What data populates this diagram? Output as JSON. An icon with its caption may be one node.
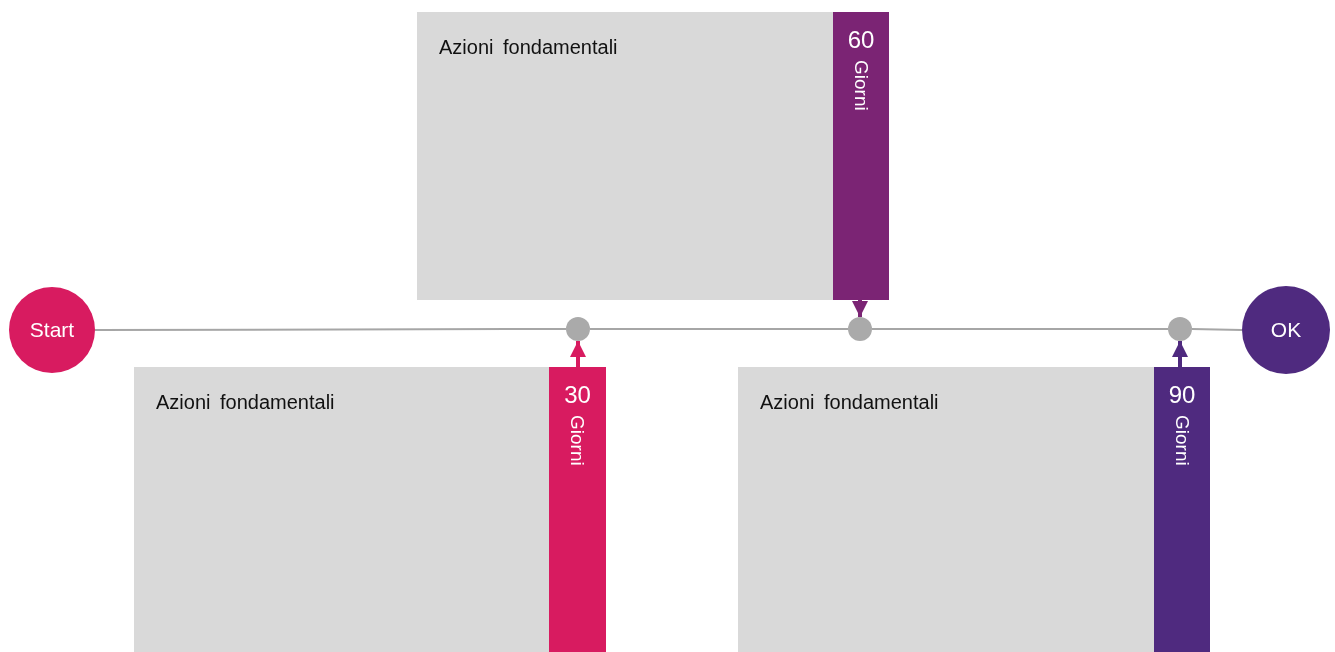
{
  "diagram": {
    "nodes": [
      {
        "text": [
          "Start"
        ]
      },
      {
        "text": [],
        "shape": "circle"
      },
      {
        "text": [],
        "shape": "circle"
      },
      {
        "text": [],
        "shape": "circle"
      },
      {
        "text": [
          "OK"
        ]
      },
      {
        "text": [
          "Azioni fondamentali"
        ]
      },
      {
        "text": [
          "60",
          "Giorni"
        ]
      },
      {
        "text": [
          "Azioni fondamentali"
        ]
      },
      {
        "text": [
          "30",
          "Giorni"
        ]
      },
      {
        "text": [
          "Azioni fondamentali"
        ]
      },
      {
        "text": [
          "90",
          "Giorni"
        ]
      }
    ],
    "edges": [
      {
        "from": 0,
        "to": 1,
        "arrow": "none"
      },
      {
        "from": 1,
        "to": 2,
        "arrow": "none"
      },
      {
        "from": 2,
        "to": 3,
        "arrow": "none"
      },
      {
        "from": 3,
        "to": 4,
        "arrow": "none"
      },
      {
        "from": 6,
        "to": 2,
        "arrow": "to",
        "color": "#7b2474"
      },
      {
        "from": 8,
        "to": 1,
        "arrow": "to",
        "color": "#d81b60"
      },
      {
        "from": 10,
        "to": 3,
        "arrow": "to",
        "color": "#4f2a7f"
      }
    ]
  }
}
